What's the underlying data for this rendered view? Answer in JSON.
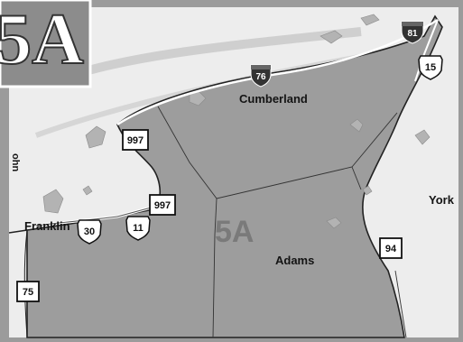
{
  "badge": {
    "text": "5A"
  },
  "region_label": "5A",
  "counties": [
    {
      "id": "cumberland",
      "name": "Cumberland"
    },
    {
      "id": "franklin",
      "name": "Franklin"
    },
    {
      "id": "york",
      "name": "York"
    },
    {
      "id": "adams",
      "name": "Adams"
    },
    {
      "id": "edge",
      "name": "ohn"
    }
  ],
  "routes": {
    "interstates": [
      "76",
      "81"
    ],
    "us_routes": [
      "15",
      "30",
      "11"
    ],
    "state_routes": [
      "997",
      "997",
      "94",
      "75"
    ]
  },
  "colors": {
    "region_fill": "#9d9d9d",
    "outside_fill": "#ededed",
    "water": "#b0b0b0",
    "border": "#222222"
  }
}
